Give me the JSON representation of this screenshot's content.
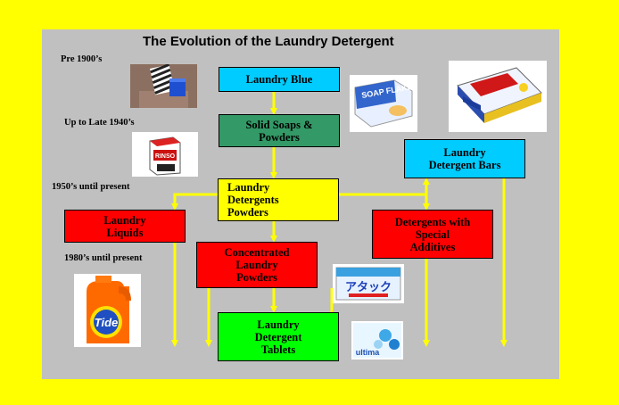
{
  "title": "The Evolution of the Laundry Detergent",
  "eras": {
    "pre_1900": "Pre 1900’s",
    "late_1940": "Up to Late 1940’s",
    "fifties": "1950’s until present",
    "eighties": "1980’s until present"
  },
  "boxes": {
    "laundry_blue": "Laundry Blue",
    "solid_soaps": "Solid Soaps &\nPowders",
    "detergent_bars": "Laundry\nDetergent Bars",
    "detergent_powders": "Laundry\nDetergents\nPowders",
    "liquids": "Laundry\nLiquids",
    "special_additives": "Detergents with\nSpecial\nAdditives",
    "concentrated": "Concentrated\nLaundry\nPowders",
    "tablets": "Laundry\nDetergent\nTablets"
  },
  "product_labels": {
    "soap_flakes": "SOAP FLAKES",
    "rinso": "RINSO",
    "tide": "Tide",
    "attack": "アタック",
    "ultima": "ultima"
  },
  "colors": {
    "background": "#ffff00",
    "panel": "#c0c0c0",
    "cyan": "#00ccff",
    "green": "#339966",
    "yellow": "#ffff00",
    "red": "#ff0000",
    "bright_green": "#00ff00",
    "arrow": "#ffff00"
  }
}
